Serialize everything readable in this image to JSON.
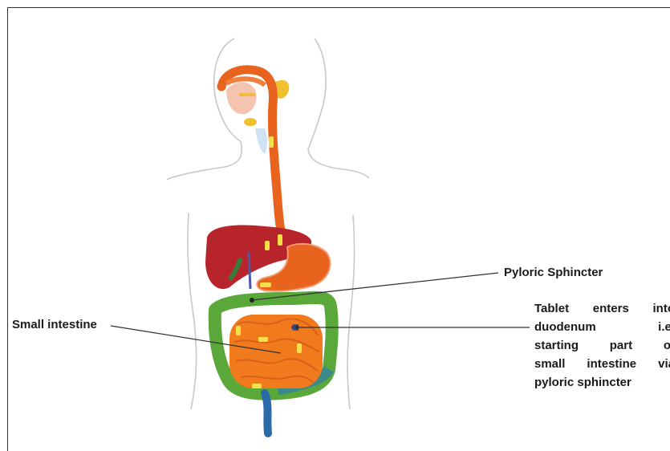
{
  "labels": {
    "pyloric_sphincter": "Pyloric Sphincter",
    "small_intestine": "Small intestine"
  },
  "note": {
    "lines": [
      "Tablet enters into",
      "duodenum i.e.",
      "starting part of",
      "small intestine via",
      "pyloric sphincter"
    ]
  },
  "colors": {
    "esophagus": "#e8641e",
    "liver": "#b8242c",
    "small_intestine": "#f07a1c",
    "large_intestine": "#5aa83a",
    "tablet": "#f5e04a",
    "outline": "#c8c8c8"
  }
}
